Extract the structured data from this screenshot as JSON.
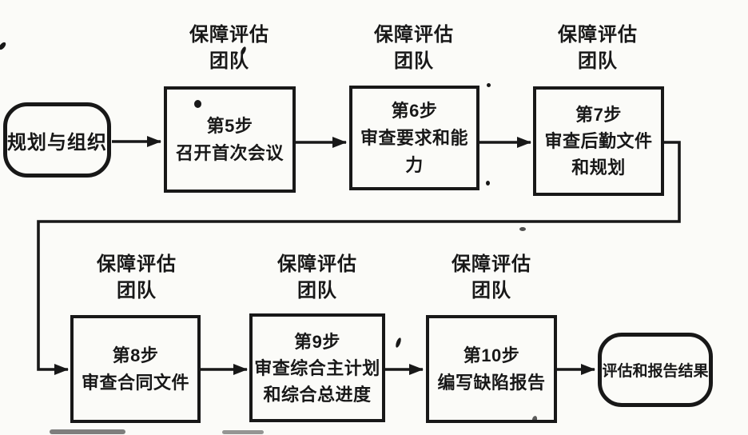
{
  "diagram": {
    "type": "flowchart",
    "start_node": {
      "label": "规划与组织"
    },
    "end_node": {
      "label": "评估和报告结果"
    },
    "steps": [
      {
        "team": [
          "保障评估",
          "团队"
        ],
        "lines": [
          "第5步",
          "召开首次会议"
        ]
      },
      {
        "team": [
          "保障评估",
          "团队"
        ],
        "lines": [
          "第6步",
          "审查要求和能力"
        ]
      },
      {
        "team": [
          "保障评估",
          "团队"
        ],
        "lines": [
          "第7步",
          "审查后勤文件",
          "和规划"
        ]
      },
      {
        "team": [
          "保障评估",
          "团队"
        ],
        "lines": [
          "第8步",
          "审查合同文件"
        ]
      },
      {
        "team": [
          "保障评估",
          "团队"
        ],
        "lines": [
          "第9步",
          "审查综合主计划",
          "和综合总进度"
        ]
      },
      {
        "team": [
          "保障评估",
          "团队"
        ],
        "lines": [
          "第10步",
          "编写缺陷报告"
        ]
      }
    ]
  },
  "colors": {
    "ink": "#181818",
    "background": "#fbfbf8"
  }
}
